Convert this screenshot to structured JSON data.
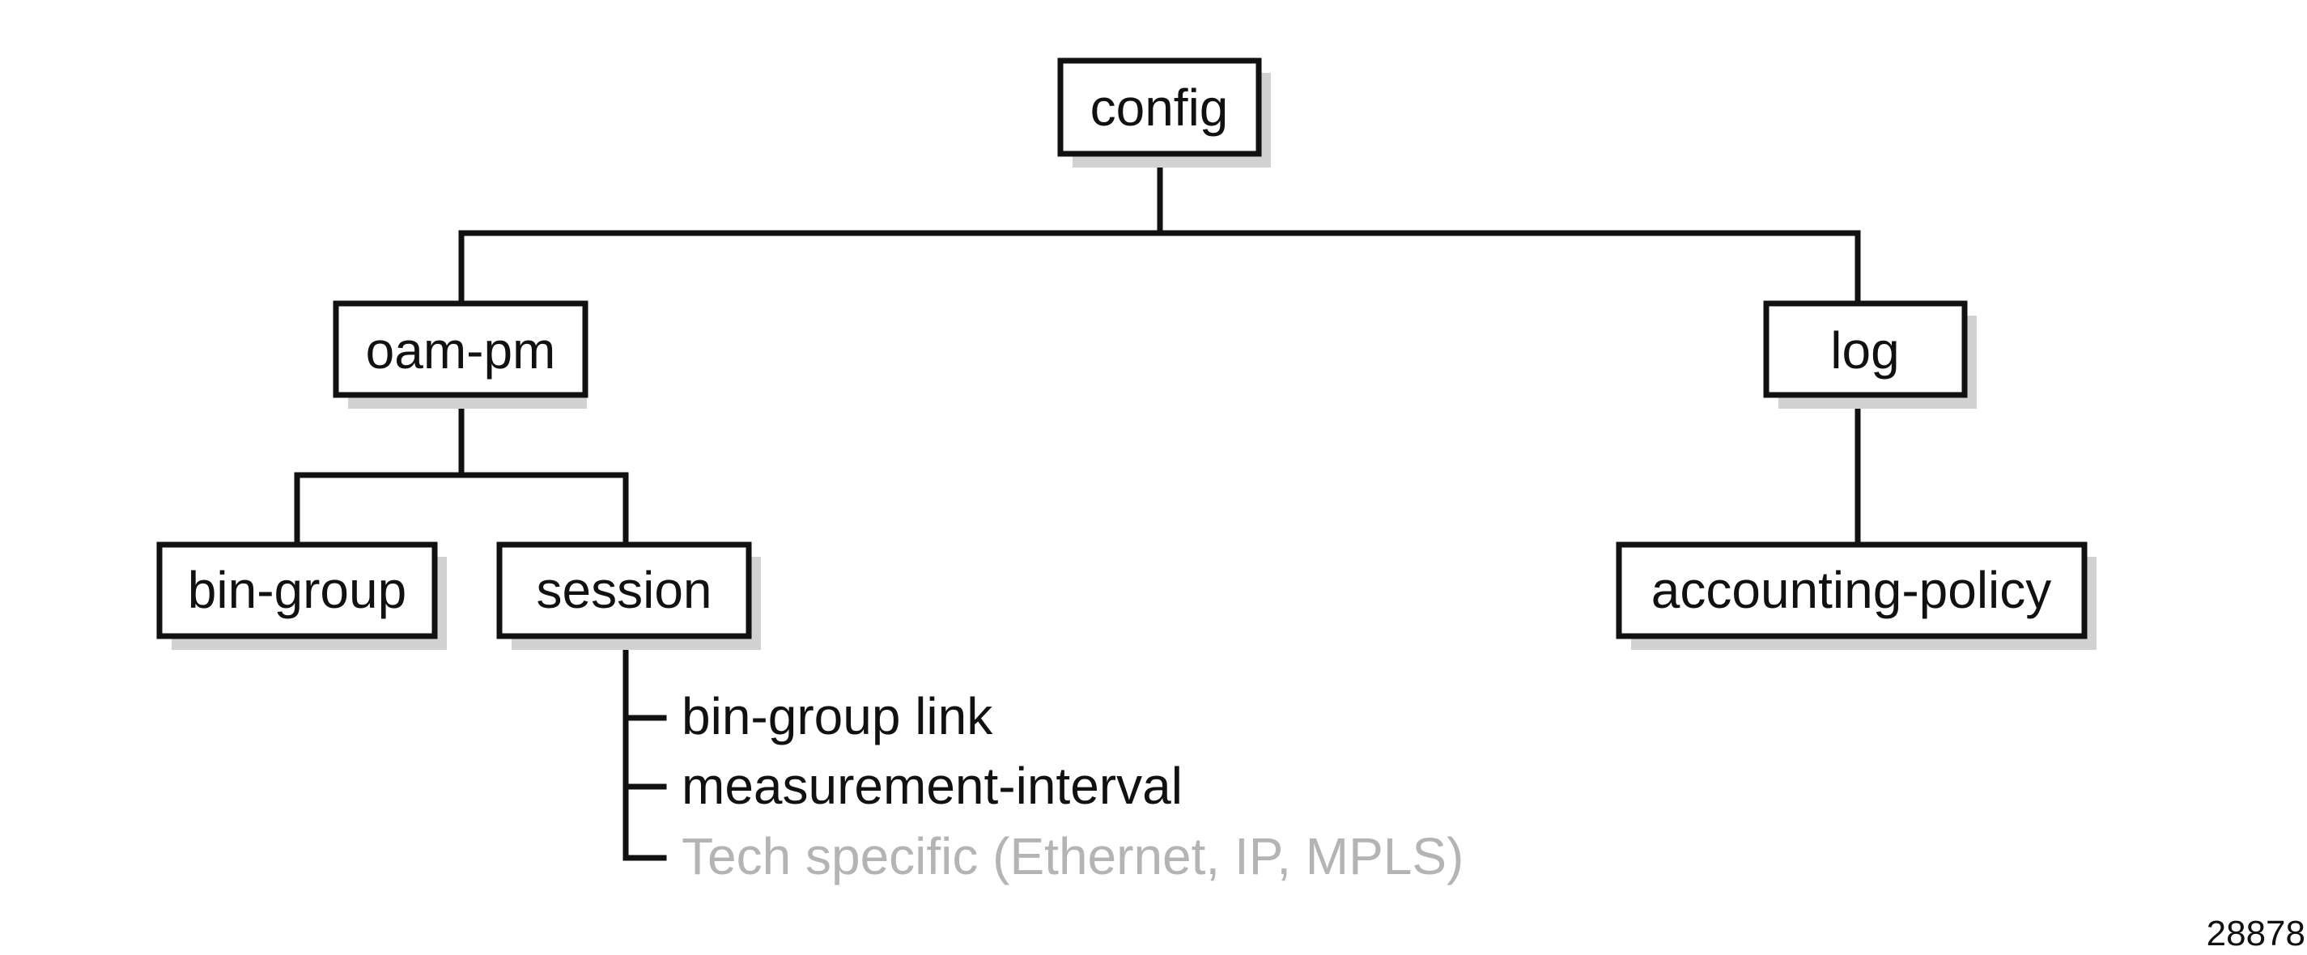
{
  "colors": {
    "line": "#111111",
    "box_fill": "#ffffff",
    "shadow": "#d2d2d2",
    "text": "#111111",
    "muted_text": "#b4b4b4"
  },
  "nodes": {
    "config": "config",
    "oam_pm": "oam-pm",
    "log": "log",
    "bin_group": "bin-group",
    "session": "session",
    "accounting_policy": "accounting-policy"
  },
  "session_children": [
    {
      "label": "bin-group link",
      "muted": false
    },
    {
      "label": "measurement-interval",
      "muted": false
    },
    {
      "label": "Tech specific (Ethernet, IP, MPLS)",
      "muted": true
    }
  ],
  "figure_id": "28878"
}
